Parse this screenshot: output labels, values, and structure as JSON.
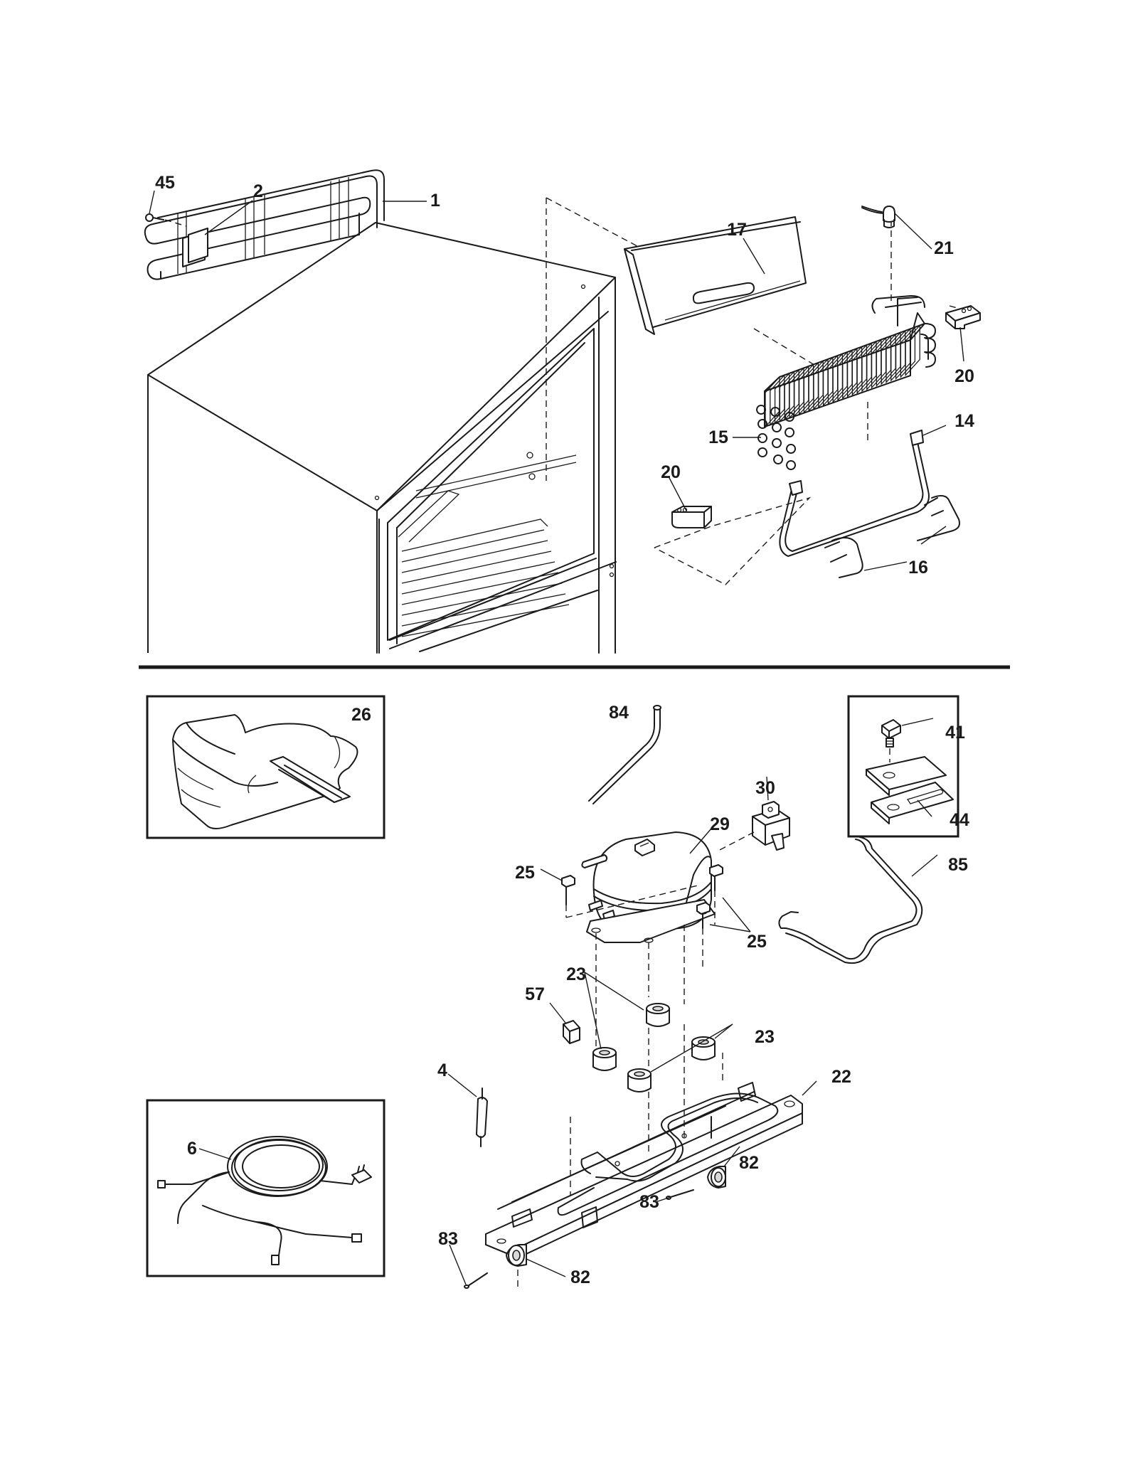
{
  "callouts": {
    "c45": "45",
    "c2": "2",
    "c1": "1",
    "c17": "17",
    "c21": "21",
    "c20a": "20",
    "c15": "15",
    "c14": "14",
    "c20b": "20",
    "c16": "16",
    "c26": "26",
    "c84": "84",
    "c41": "41",
    "c30": "30",
    "c29": "29",
    "c44": "44",
    "c85": "85",
    "c25a": "25",
    "c25b": "25",
    "c23a": "23",
    "c57": "57",
    "c23b": "23",
    "c4": "4",
    "c22": "22",
    "c6": "6",
    "c82a": "82",
    "c83a": "83",
    "c83b": "83",
    "c82b": "82"
  }
}
